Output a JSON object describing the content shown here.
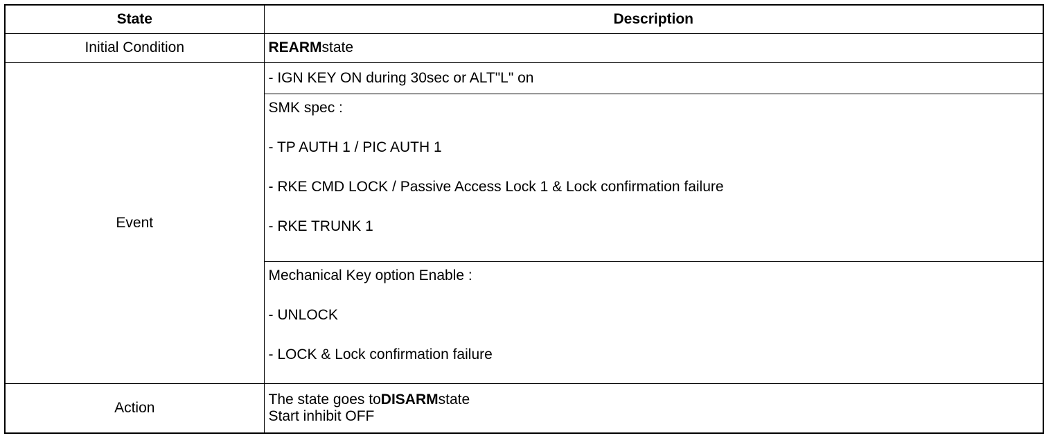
{
  "table": {
    "headers": {
      "state": "State",
      "description": "Description"
    },
    "initial_condition": {
      "state": "Initial Condition",
      "desc_bold": "REARM",
      "desc_text": "state"
    },
    "event": {
      "state": "Event",
      "row1": {
        "line1": "- IGN KEY ON during 30sec or ALT\"L\" on"
      },
      "row2": {
        "title": "SMK spec :",
        "item1": "- TP AUTH 1 / PIC AUTH 1",
        "item2": "- RKE CMD LOCK / Passive Access Lock 1 & Lock confirmation failure",
        "item3": "- RKE TRUNK 1"
      },
      "row3": {
        "title": "Mechanical Key option Enable :",
        "item1": "- UNLOCK",
        "item2": "- LOCK & Lock confirmation failure"
      }
    },
    "action": {
      "state": "Action",
      "line1_text": "The state goes to",
      "line1_bold": "DISARM",
      "line1_suffix": "state",
      "line2": "Start inhibit OFF"
    }
  }
}
